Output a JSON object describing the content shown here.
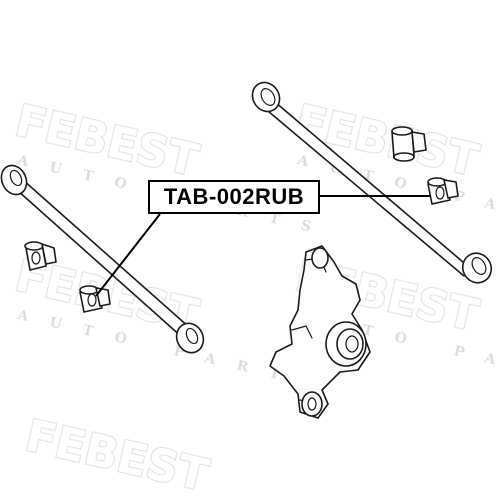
{
  "part_label": "TAB-002RUB",
  "watermark": {
    "brand": "FEBEST",
    "sub": "AUTO PARTS",
    "color": "#e2e2e2"
  },
  "colors": {
    "ink": "#1a1a1a",
    "leader": "#000000",
    "background": "#ffffff"
  }
}
